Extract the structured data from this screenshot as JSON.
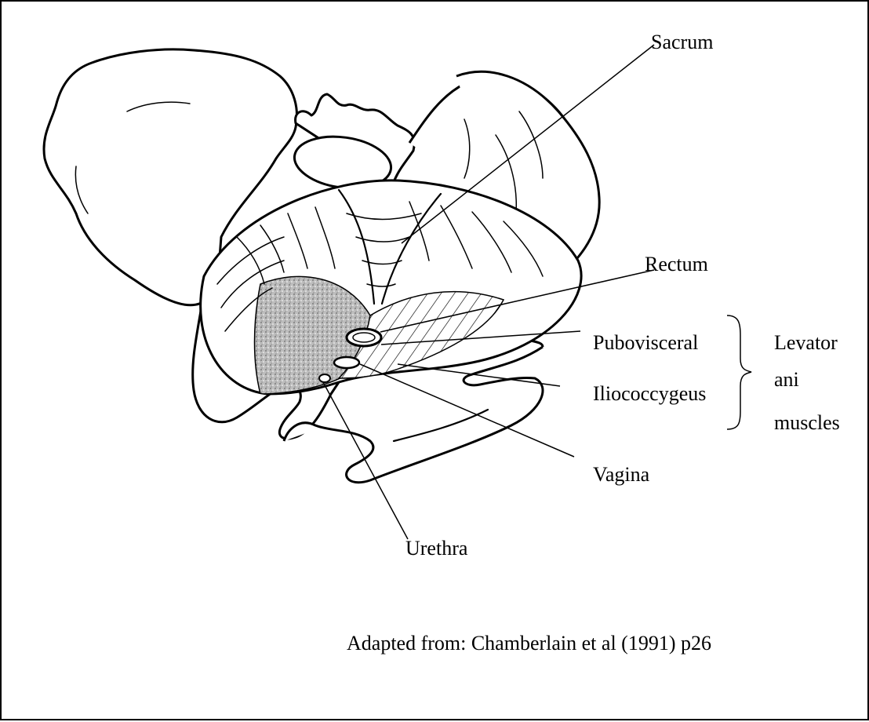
{
  "labels": {
    "sacrum": "Sacrum",
    "rectum": "Rectum",
    "pubovisceral": "Pubovisceral",
    "iliococcygeus": "Iliococcygeus",
    "vagina": "Vagina",
    "urethra": "Urethra",
    "levator_line1": "Levator",
    "levator_line2": "ani",
    "levator_line3": "muscles"
  },
  "caption": "Adapted from: Chamberlain et al (1991) p26"
}
